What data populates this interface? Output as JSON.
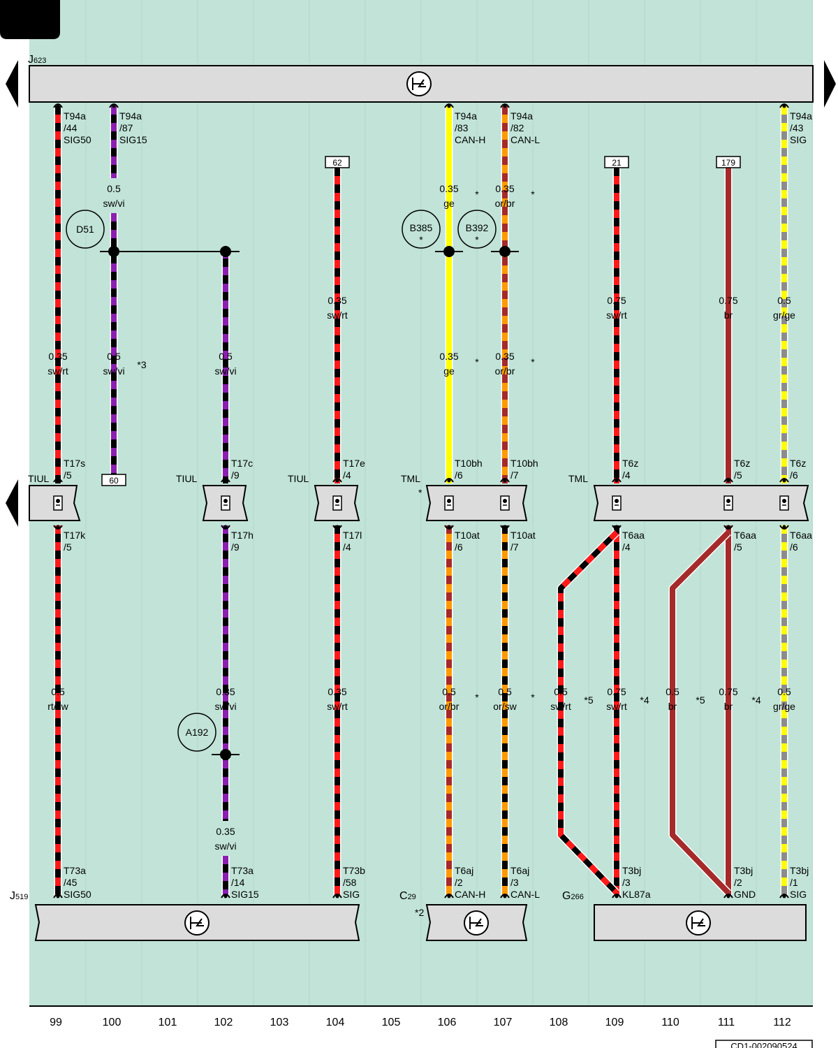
{
  "components": {
    "J623": {
      "name": "J",
      "sub": "623"
    },
    "J519": {
      "name": "J",
      "sub": "519"
    },
    "C29": {
      "name": "C",
      "sub": "29",
      "note": "*2"
    },
    "G266": {
      "name": "G",
      "sub": "266"
    }
  },
  "columns": [
    "99",
    "100",
    "101",
    "102",
    "103",
    "104",
    "105",
    "106",
    "107",
    "108",
    "109",
    "110",
    "111",
    "112"
  ],
  "refs": {
    "r62": "62",
    "r60": "60",
    "r21": "21",
    "r179": "179"
  },
  "splices": {
    "d51": "D51",
    "b385": "B385",
    "b392": "B392",
    "a192": "A192",
    "b385_star": "*",
    "b392_star": "*"
  },
  "connectors": {
    "tiul": "TIUL",
    "tml": "TML",
    "tml_star": "*"
  },
  "top_pins": [
    {
      "l1": "T94a",
      "l2": "/44",
      "l3": "SIG50"
    },
    {
      "l1": "T94a",
      "l2": "/87",
      "l3": "SIG15"
    },
    {
      "l1": "T94a",
      "l2": "/83",
      "l3": "CAN-H"
    },
    {
      "l1": "T94a",
      "l2": "/82",
      "l3": "CAN-L"
    },
    {
      "l1": "T94a",
      "l2": "/43",
      "l3": "SIG"
    }
  ],
  "mid_upper_pins": [
    {
      "l1": "T17s",
      "l2": "/5"
    },
    {
      "l1": "T17c",
      "l2": "/9"
    },
    {
      "l1": "T17e",
      "l2": "/4"
    },
    {
      "l1": "T10bh",
      "l2": "/6"
    },
    {
      "l1": "T10bh",
      "l2": "/7"
    },
    {
      "l1": "T6z",
      "l2": "/4"
    },
    {
      "l1": "T6z",
      "l2": "/5"
    },
    {
      "l1": "T6z",
      "l2": "/6"
    }
  ],
  "mid_lower_pins": [
    {
      "l1": "T17k",
      "l2": "/5"
    },
    {
      "l1": "T17h",
      "l2": "/9"
    },
    {
      "l1": "T17l",
      "l2": "/4"
    },
    {
      "l1": "T10at",
      "l2": "/6"
    },
    {
      "l1": "T10at",
      "l2": "/7"
    },
    {
      "l1": "T6aa",
      "l2": "/4"
    },
    {
      "l1": "T6aa",
      "l2": "/5"
    },
    {
      "l1": "T6aa",
      "l2": "/6"
    }
  ],
  "bottom_pins": [
    {
      "l1": "T73a",
      "l2": "/45",
      "l3": "SIG50"
    },
    {
      "l1": "T73a",
      "l2": "/14",
      "l3": "SIG15"
    },
    {
      "l1": "T73b",
      "l2": "/58",
      "l3": "SIG"
    },
    {
      "l1": "T6aj",
      "l2": "/2",
      "l3": "CAN-H"
    },
    {
      "l1": "T6aj",
      "l2": "/3",
      "l3": "CAN-L"
    },
    {
      "l1": "T3bj",
      "l2": "/3",
      "l3": "KL87a"
    },
    {
      "l1": "T3bj",
      "l2": "/2",
      "l3": "GND"
    },
    {
      "l1": "T3bj",
      "l2": "/1",
      "l3": "SIG"
    }
  ],
  "wire_labels": [
    {
      "s": "0.5",
      "c": "sw/vi",
      "note": ""
    },
    {
      "s": "0.35",
      "c": "ge",
      "note": "*"
    },
    {
      "s": "0.35",
      "c": "or/br",
      "note": "*"
    },
    {
      "s": "0.35",
      "c": "sw/rt",
      "note": ""
    },
    {
      "s": "0.75",
      "c": "sw/rt",
      "note": ""
    },
    {
      "s": "0.75",
      "c": "br",
      "note": ""
    },
    {
      "s": "0.5",
      "c": "gr/ge",
      "note": ""
    },
    {
      "s": "0.35",
      "c": "sw/rt",
      "note": ""
    },
    {
      "s": "0.5",
      "c": "sw/vi",
      "note": "*3"
    },
    {
      "s": "0.5",
      "c": "sw/vi",
      "note": ""
    },
    {
      "s": "0.35",
      "c": "ge",
      "note": "*"
    },
    {
      "s": "0.35",
      "c": "or/br",
      "note": "*"
    },
    {
      "s": "0.5",
      "c": "rt/sw",
      "note": ""
    },
    {
      "s": "0.35",
      "c": "sw/vi",
      "note": ""
    },
    {
      "s": "0.35",
      "c": "sw/rt",
      "note": ""
    },
    {
      "s": "0.5",
      "c": "or/br",
      "note": "*"
    },
    {
      "s": "0.5",
      "c": "or/sw",
      "note": "*"
    },
    {
      "s": "0.5",
      "c": "sw/rt",
      "note": "*5"
    },
    {
      "s": "0.75",
      "c": "sw/rt",
      "note": "*4"
    },
    {
      "s": "0.5",
      "c": "br",
      "note": "*5"
    },
    {
      "s": "0.75",
      "c": "br",
      "note": "*4"
    },
    {
      "s": "0.5",
      "c": "gr/ge",
      "note": ""
    },
    {
      "s": "0.35",
      "c": "sw/vi",
      "note": ""
    }
  ],
  "footer_code": "CD1-002090524",
  "colors": {
    "background": "#c1e3d8",
    "component": "#dcdcdc",
    "sw": "#000000",
    "rt": "#ff1a1a",
    "vi": "#8a1fb0",
    "ge": "#ffff00",
    "or": "#ff9900",
    "br": "#a52a2a",
    "gr": "#8c8c8c"
  }
}
